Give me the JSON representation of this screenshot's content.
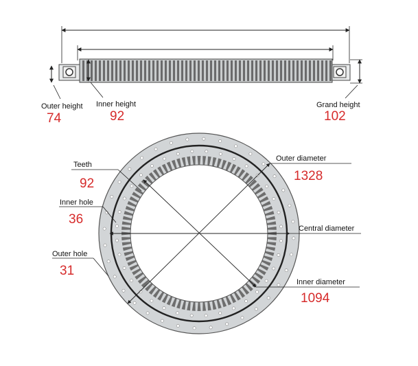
{
  "colors": {
    "value_text": "#d62b2b",
    "label_text": "#111111",
    "ring_fill": "#d2d5d7",
    "ring_edge": "#555555",
    "bore": "#ffffff",
    "tooth": "#6e6e6e",
    "hole": "#ffffff",
    "separator": "#222222",
    "dimension_line": "#222222"
  },
  "side_view": {
    "outer_height": {
      "label": "Outer height",
      "value": "74"
    },
    "inner_height": {
      "label": "Inner height",
      "value": "92"
    },
    "grand_height": {
      "label": "Grand height",
      "value": "102"
    }
  },
  "top_view": {
    "teeth": {
      "label": "Teeth",
      "value": "92"
    },
    "inner_hole": {
      "label": "Inner hole",
      "value": "36"
    },
    "outer_hole": {
      "label": "Outer hole",
      "value": "31"
    },
    "outer_diameter": {
      "label": "Outer diameter",
      "value": "1328"
    },
    "central_diameter": {
      "label": "Central diameter",
      "value": ""
    },
    "inner_diameter": {
      "label": "Inner diameter",
      "value": "1094"
    }
  }
}
